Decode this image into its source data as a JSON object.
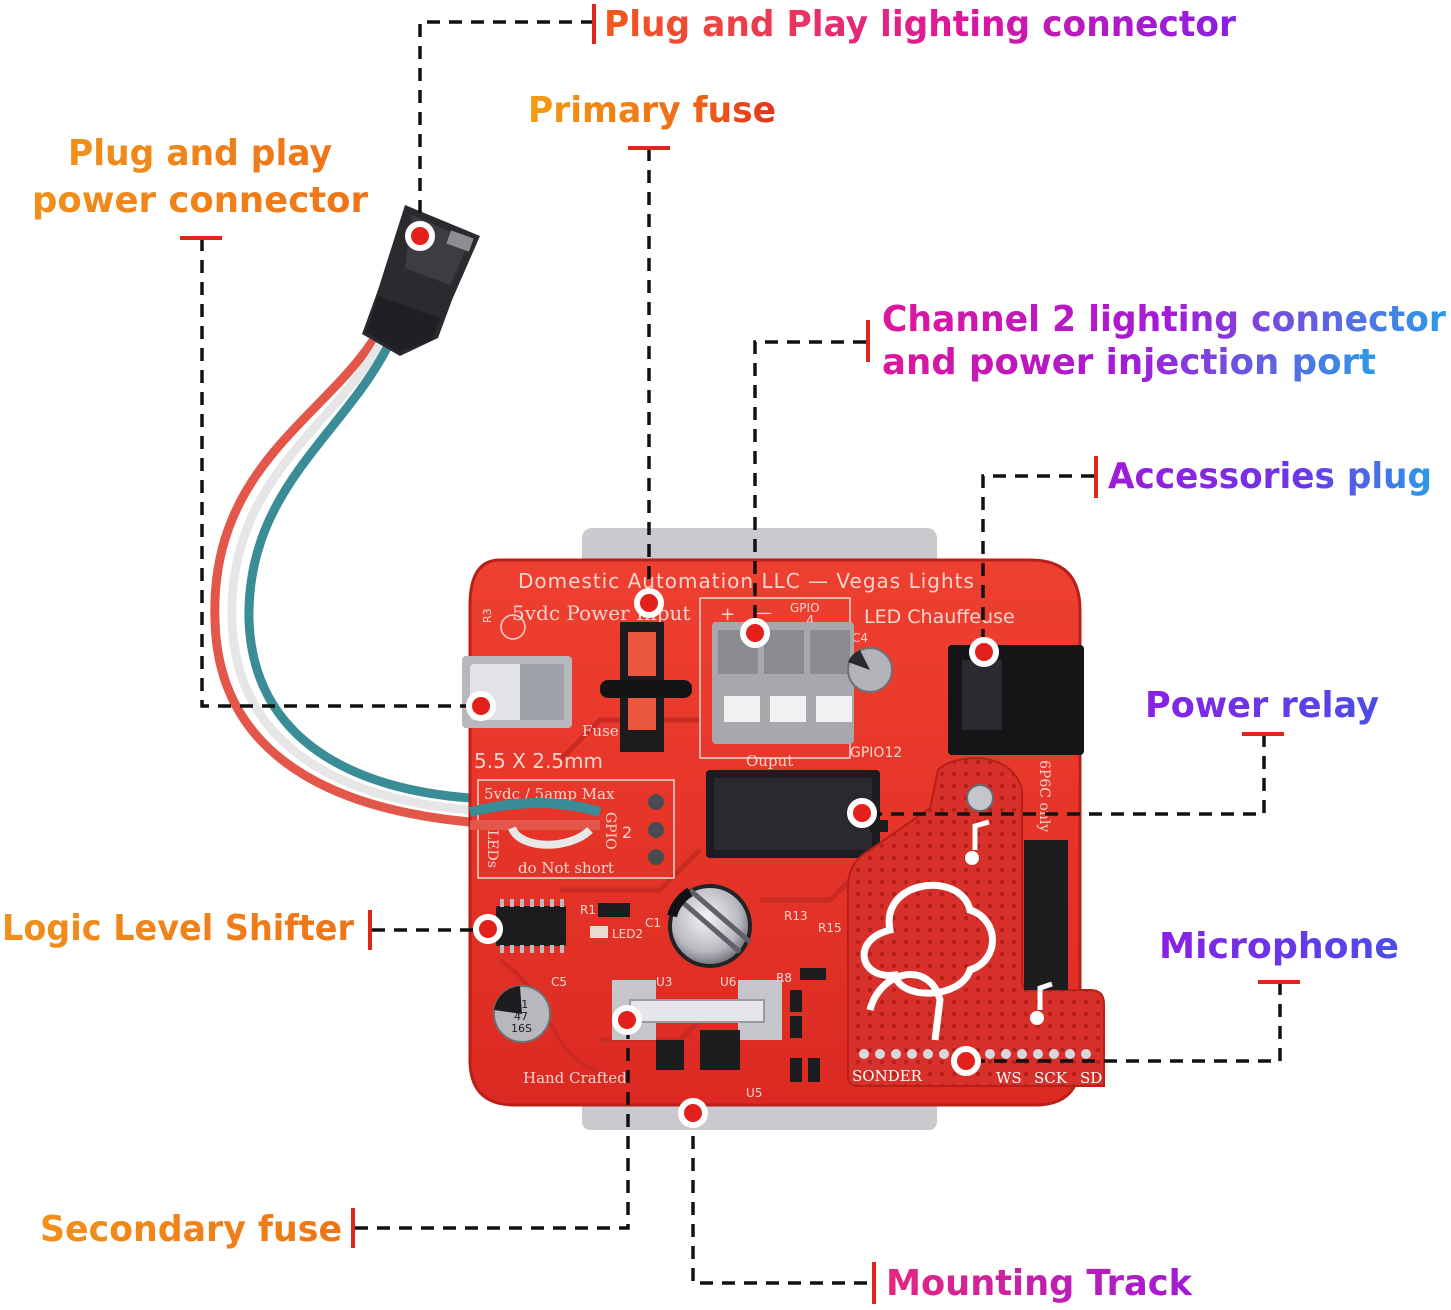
{
  "callouts": {
    "plug_play_lighting": "Plug and Play lighting connector",
    "primary_fuse": "Primary fuse",
    "plug_play_power_line1": "Plug and play",
    "plug_play_power_line2": "power connector",
    "channel2_line1": "Channel 2 lighting connector",
    "channel2_line2": "and power injection port",
    "accessories_plug": "Accessories plug",
    "power_relay": "Power relay",
    "logic_level_shifter": "Logic Level Shifter",
    "microphone": "Microphone",
    "secondary_fuse": "Secondary fuse",
    "mounting_track": "Mounting Track"
  },
  "board_silkscreen": {
    "title": "Domestic Automation LLC — Vegas Lights",
    "power_input": "5vdc Power Input",
    "led_chauffeuse": "LED Chauffeuse",
    "gpio_top": "GPIO",
    "gpio_num": "4",
    "plus": "+",
    "minus": "—",
    "barrel_size": "5.5 X 2.5mm",
    "fuse": "Fuse",
    "output": "Ouput",
    "gpio12": "GPIO12",
    "box_rating": "5vdc / 5amp Max",
    "leds": "LEDs",
    "gpio_side": "GPIO",
    "pin2": "2",
    "do_not_short": "do Not short",
    "r1": "R1",
    "c1": "C1",
    "led2": "LED2",
    "c5": "C5",
    "u3": "U3",
    "u6": "U6",
    "u5": "U5",
    "r8": "R8",
    "r13": "R13",
    "r15": "R15",
    "c4": "C4",
    "r3": "R3",
    "hand_crafted": "Hand Crafted",
    "p6c": "6P6C only",
    "cap_small_1": "K1",
    "cap_small_2": "47",
    "cap_small_3": "16S"
  },
  "mic_board": {
    "brand": "SONDER",
    "ws": "WS",
    "sck": "SCK",
    "sd": "SD"
  },
  "colors": {
    "pcb_red": "#e8362c",
    "pcb_edge": "#c9241b",
    "mount_gray": "#c9c9ce",
    "callout_orange": "#ee8a16",
    "callout_red_orange": "#f0501e",
    "callout_magenta": "#e0169a",
    "callout_purple": "#8a1fe6",
    "callout_blue": "#2c9be8",
    "leader_black": "#111111",
    "marker_red": "#e3201b"
  }
}
